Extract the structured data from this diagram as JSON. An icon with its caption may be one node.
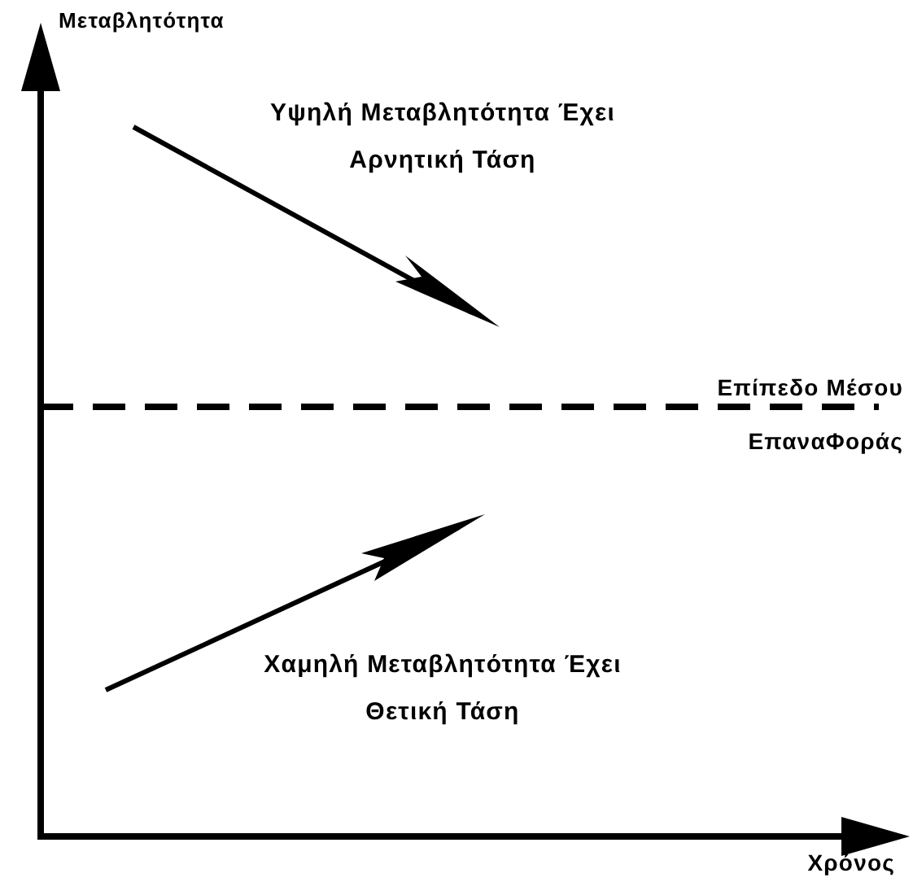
{
  "diagram": {
    "labels": [
      "Μεταβλητότητα",
      "Υψηλή Μεταβλητότητα Έχει Αρνητική Τάση",
      "Επίπεδο Μέσου ΕπαναΦοράς",
      "Χαμηλή Μεταβλητότητα Έχει Θετική Τάση",
      "Χρόνος"
    ]
  }
}
